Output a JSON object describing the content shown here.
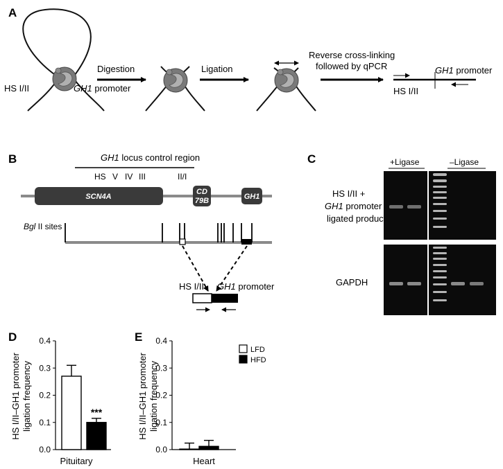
{
  "panelA": {
    "label": "A",
    "hs": "HS I/II",
    "gh1": "GH1",
    "promoter": " promoter",
    "step1": "Digestion",
    "step2": "Ligation",
    "step3_line1": "Reverse cross-linking",
    "step3_line2": "followed by qPCR",
    "product_gh1": "GH1",
    "product_promoter": " promoter",
    "product_hs": "HS I/II"
  },
  "panelB": {
    "label": "B",
    "lcr_gh1": "GH1",
    "lcr_rest": " locus control region",
    "hs_label": "HS",
    "hs_sites": [
      "V",
      "IV",
      "III",
      "II/I"
    ],
    "genes": [
      "SCN4A",
      "CD",
      "79B",
      "GH1"
    ],
    "bgl_italic": "Bgl",
    "bgl_rest": " II sites",
    "frag_hs": "HS I/II",
    "frag_gh1": "GH1",
    "frag_promoter": " promoter"
  },
  "panelC": {
    "label": "C",
    "plus": "+Ligase",
    "minus": "–Ligase",
    "row1_line1": "HS I/II +",
    "row1_line2_gh1": "GH1",
    "row1_line2_rest": " promoter",
    "row1_line3": "ligated product",
    "row2": "GAPDH"
  },
  "panelD": {
    "label": "D",
    "ylabel_line1": "HS I/II–GH1 promoter",
    "ylabel_line2": "ligation frequency",
    "xlabel": "Pituitary",
    "significance": "***"
  },
  "panelE": {
    "label": "E",
    "ylabel_line1": "HS I/II–GH1 promoter",
    "ylabel_line2": "ligation frequency",
    "xlabel": "Heart"
  },
  "chart_data": [
    {
      "type": "bar",
      "panel": "D",
      "categories": [
        "Pituitary"
      ],
      "series": [
        {
          "name": "LFD",
          "values": [
            0.27
          ],
          "error": [
            0.04
          ],
          "color": "#ffffff"
        },
        {
          "name": "HFD",
          "values": [
            0.1
          ],
          "error": [
            0.015
          ],
          "color": "#000000"
        }
      ],
      "xlabel": "Pituitary",
      "ylabel": "HS I/II–GH1 promoter ligation frequency",
      "ylim": [
        0,
        0.4
      ],
      "yticks": [
        "0.0",
        "0.1",
        "0.2",
        "0.3",
        "0.4"
      ],
      "annotation": "***"
    },
    {
      "type": "bar",
      "panel": "E",
      "categories": [
        "Heart"
      ],
      "series": [
        {
          "name": "LFD",
          "values": [
            0.002
          ],
          "error": [
            0.022
          ],
          "color": "#ffffff"
        },
        {
          "name": "HFD",
          "values": [
            0.012
          ],
          "error": [
            0.022
          ],
          "color": "#000000"
        }
      ],
      "xlabel": "Heart",
      "ylabel": "HS I/II–GH1 promoter ligation frequency",
      "ylim": [
        0,
        0.4
      ],
      "yticks": [
        "0.0",
        "0.1",
        "0.2",
        "0.3",
        "0.4"
      ],
      "legend": [
        "LFD",
        "HFD"
      ],
      "legend_position": "top-right"
    }
  ]
}
